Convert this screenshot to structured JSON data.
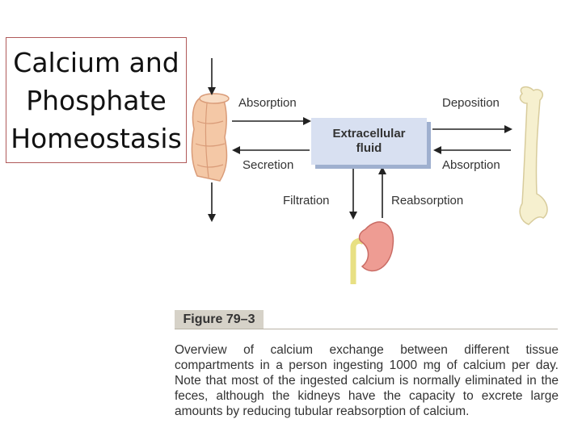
{
  "title": "Calcium and\nPhosphate\nHomeostasis",
  "diagram": {
    "absorption_left": "Absorption",
    "secretion": "Secretion",
    "extracellular_fluid": "Extracellular\nfluid",
    "deposition": "Deposition",
    "absorption_right": "Absorption",
    "filtration": "Filtration",
    "reabsorption": "Reabsorption"
  },
  "figure": {
    "label": "Figure 79–3",
    "caption": "Overview of calcium exchange between different tissue compartments in a person ingesting 1000 mg of calcium per day. Note that most of the ingested calcium is normally eliminated in the feces, although the kidneys have the capacity to excrete large amounts by reducing tubular reabsorption of calcium."
  },
  "colors": {
    "title_border": "#b05a5a",
    "ecf_box": "#d8e0f1",
    "intestine": "#f4c8a6",
    "bone": "#f6f0cf",
    "kidney": "#ee9c93",
    "ureter": "#e8e083"
  }
}
